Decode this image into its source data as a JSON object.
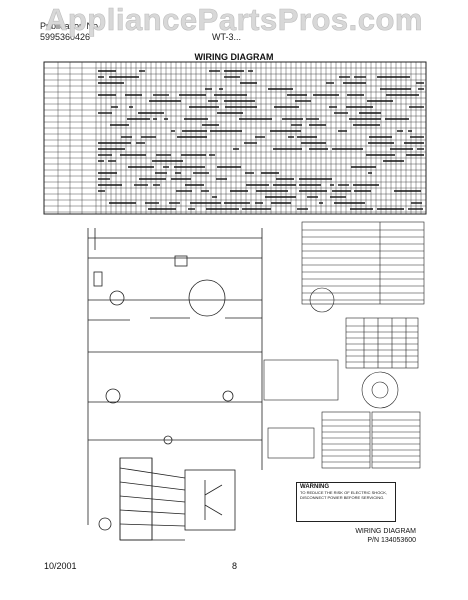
{
  "watermark": "AppliancePartsPros.com",
  "header": {
    "publication_label": "Publication No.",
    "publication_number": "5995360426",
    "model": "WT-3..."
  },
  "title": "WIRING DIAGRAM",
  "warning": {
    "heading": "WARNING",
    "text": "TO REDUCE THE RISK OF ELECTRIC SHOCK, DISCONNECT POWER BEFORE SERVICING."
  },
  "caption": {
    "line1": "WIRING DIAGRAM",
    "line2": "P/N 134053600"
  },
  "footer": {
    "date": "10/2001",
    "page": "8"
  },
  "colors": {
    "ink": "#222222",
    "paper": "#ffffff",
    "watermark": "#d8d8d8"
  }
}
